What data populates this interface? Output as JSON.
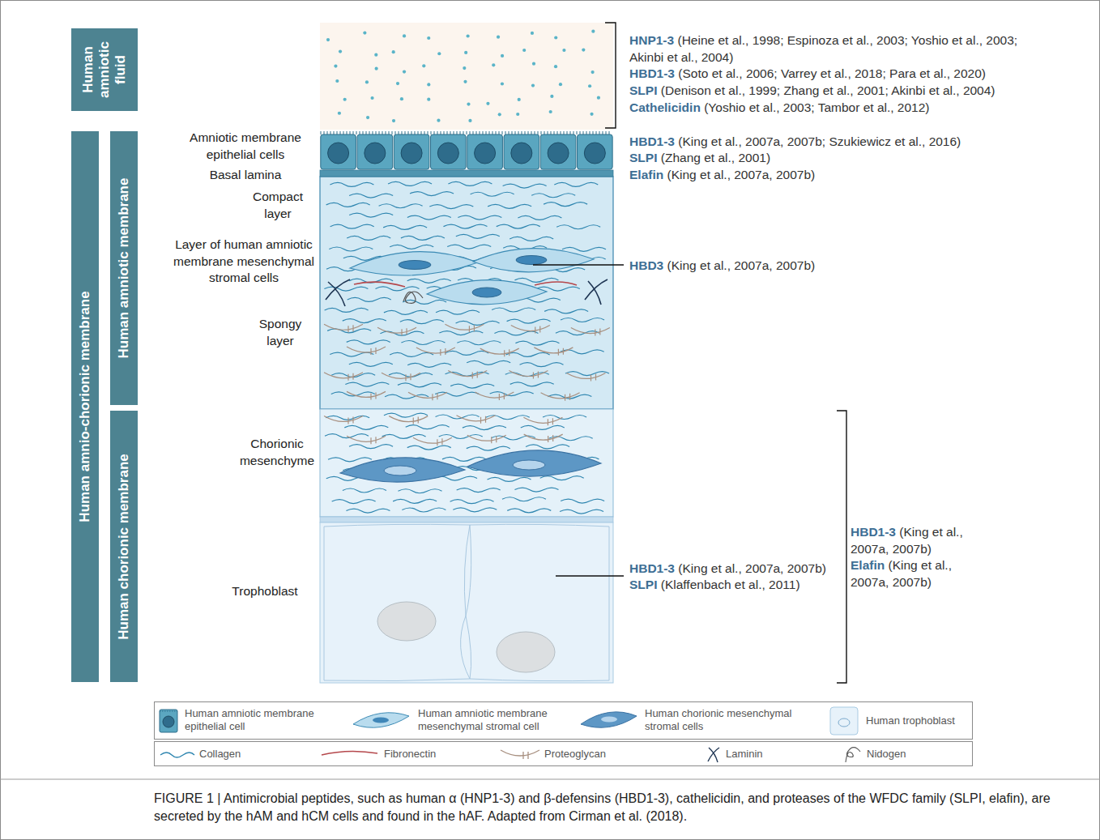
{
  "diagram": {
    "caption": "FIGURE 1 | Antimicrobial peptides, such as human α (HNP1-3) and β-defensins (HBD1-3), cathelicidin, and proteases of the WFDC family (SLPI, elafin), are secreted by the hAM and hCM cells and found in the hAF. Adapted from Cirman et al. (2018).",
    "nodes": [
      {
        "text": [
          "Human amniotic fluid"
        ]
      },
      {
        "text": [
          "Human amnio-chorionic membrane"
        ]
      },
      {
        "text": [
          "Human amniotic membrane"
        ]
      },
      {
        "text": [
          "Human chorionic membrane"
        ]
      }
    ],
    "labels": [
      "Amniotic membrane epithelial cells",
      "Basal lamina",
      "Compact layer",
      "Layer of human amniotic membrane mesenchymal stromal cells",
      "Spongy layer",
      "Chorionic mesenchyme",
      "Trophoblast",
      "HNP1-3",
      "(Heine et al., 1998; Espinoza et al., 2003; Yoshio et al., 2003; Akinbi et al., 2004)",
      "HBD1-3",
      "(Soto et al., 2006; Varrey et al., 2018; Para et al., 2020)",
      "SLPI",
      "(Denison et al., 1999; Zhang et al., 2001; Akinbi et al., 2004)",
      "Cathelicidin",
      "(Yoshio et al., 2003; Tambor et al., 2012)",
      "HBD1-3",
      "(King et al., 2007a, 2007b; Szukiewicz et al., 2016)",
      "SLPI",
      "(Zhang et al., 2001)",
      "Elafin",
      "(King et al., 2007a, 2007b)",
      "HBD3",
      "(King et al., 2007a, 2007b)",
      "HBD1-3",
      "(King et al., 2007a, 2007b)",
      "SLPI",
      "(Klaffenbach et al., 2011)",
      "HBD1-3",
      "(King et al., 2007a, 2007b)",
      "Elafin",
      "(King et al., 2007a, 2007b)"
    ],
    "legend": [
      {
        "text": "Human amniotic membrane epithelial cell"
      },
      {
        "text": "Human amniotic membrane mesenchymal stromal cell"
      },
      {
        "text": "Human chorionic mesenchymal stromal cells"
      },
      {
        "text": "Human trophoblast"
      },
      {
        "text": "Collagen"
      },
      {
        "text": "Fibronectin"
      },
      {
        "text": "Proteoglycan"
      },
      {
        "text": "Laminin"
      },
      {
        "text": "Nidogen"
      }
    ]
  }
}
